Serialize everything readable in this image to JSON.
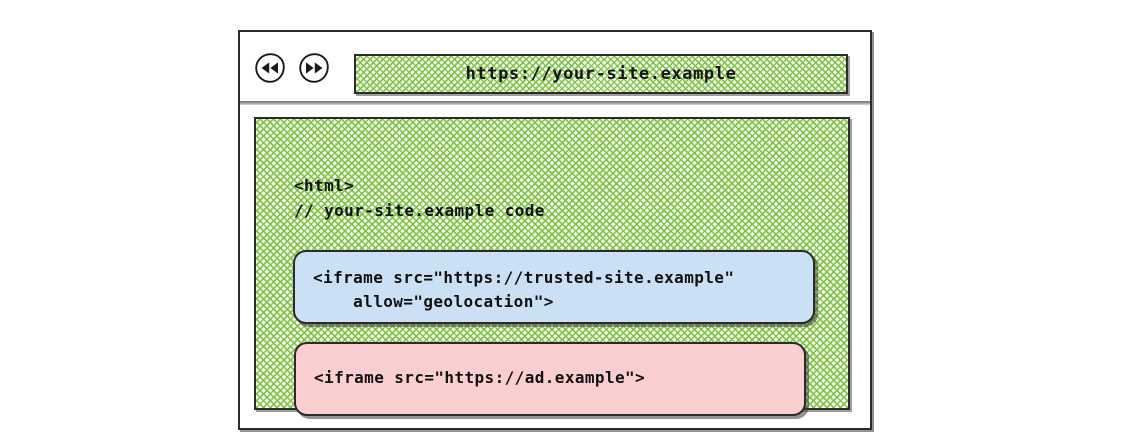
{
  "browser": {
    "toolbar": {
      "back_button": {
        "icon": "rewind-icon",
        "label": "Back"
      },
      "forward_button": {
        "icon": "fast-forward-icon",
        "label": "Forward"
      },
      "url_bar": {
        "value": "https://your-site.example",
        "placeholder": "https://your-site.example"
      }
    },
    "page": {
      "code_lines": [
        "<html>",
        "// your-site.example code"
      ],
      "iframes": [
        {
          "name": "trusted-site-iframe",
          "lines": [
            "<iframe src=\"https://trusted-site.example\"",
            "    allow=\"geolocation\">"
          ],
          "fill": "#CBE0F4",
          "src": "https://trusted-site.example",
          "allow": "geolocation"
        },
        {
          "name": "ad-iframe",
          "lines": [
            "<iframe src=\"https://ad.example\">"
          ],
          "fill": "#FBCFCF",
          "src": "https://ad.example",
          "allow": ""
        }
      ]
    }
  },
  "colors": {
    "hatch_green": "#7CC43E",
    "iframe_trusted": "#CBE0F4",
    "iframe_ad": "#FBCFCF",
    "ink": "#2B2B2B",
    "background": "#FFFFFF"
  }
}
